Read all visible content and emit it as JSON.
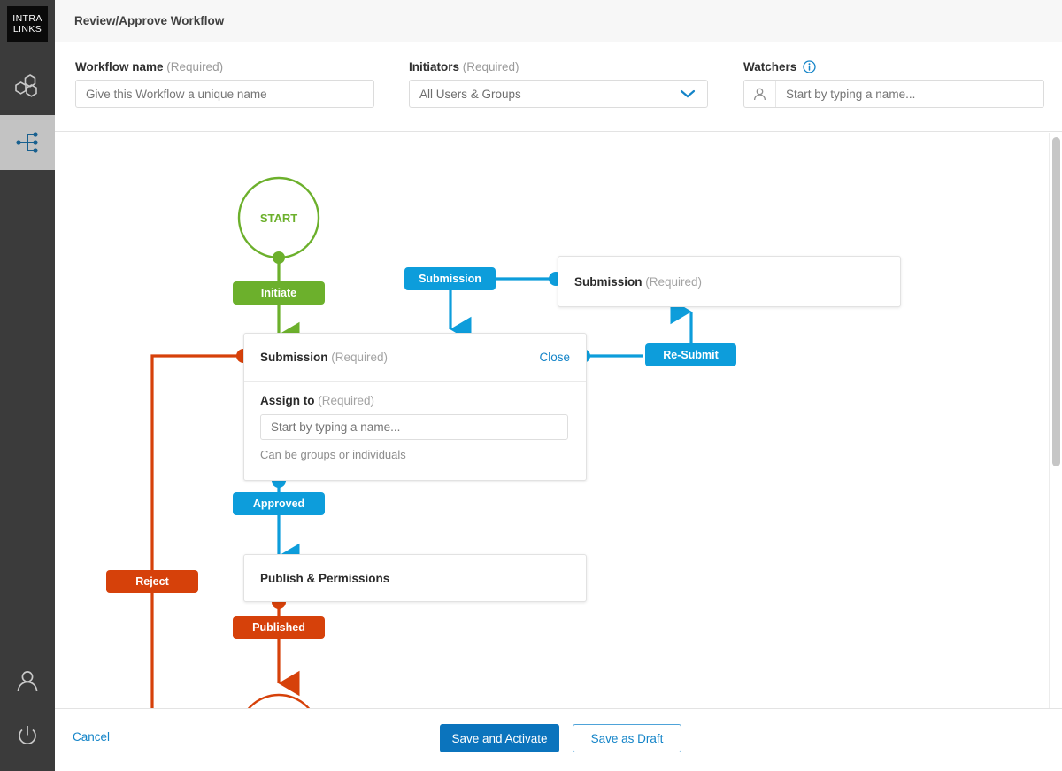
{
  "app": {
    "logo_line1": "INTRA",
    "logo_line2": "LINKS"
  },
  "sidebar": {
    "items": [
      {
        "icon": "hexagons-icon",
        "name": "workspaces"
      },
      {
        "icon": "workflow-tree-icon",
        "name": "workflows",
        "active": true
      },
      {
        "icon": "user-icon",
        "name": "profile"
      },
      {
        "icon": "power-icon",
        "name": "logout"
      }
    ]
  },
  "header": {
    "title": "Review/Approve Workflow"
  },
  "form": {
    "workflow_name": {
      "label": "Workflow name",
      "required_text": "(Required)",
      "placeholder": "Give this Workflow a unique name",
      "value": ""
    },
    "initiators": {
      "label": "Initiators",
      "required_text": "(Required)",
      "value": "All Users & Groups",
      "options": [
        "All Users & Groups"
      ]
    },
    "watchers": {
      "label": "Watchers",
      "info_icon": "info-icon",
      "placeholder": "Start by typing a name...",
      "value": ""
    }
  },
  "flow": {
    "start_node": {
      "label": "START"
    },
    "transitions": {
      "initiate": "Initiate",
      "submission": "Submission",
      "resubmit": "Re-Submit",
      "approved": "Approved",
      "reject": "Reject",
      "published": "Published"
    },
    "nodes": {
      "submission_card": {
        "title": "Submission",
        "required_text": "(Required)",
        "close_label": "Close",
        "assign_label": "Assign to",
        "assign_required_text": "(Required)",
        "assign_placeholder": "Start by typing a name...",
        "assign_value": "",
        "assign_hint": "Can be groups or individuals"
      },
      "submission_right": {
        "title": "Submission",
        "required_text": "(Required)"
      },
      "publish": {
        "title": "Publish & Permissions"
      }
    },
    "colors": {
      "green": "#6cb02c",
      "blue": "#0d9ddb",
      "orange": "#d6410a",
      "link": "#1484c8"
    }
  },
  "footer": {
    "cancel": "Cancel",
    "save_activate": "Save and Activate",
    "save_draft": "Save as Draft"
  }
}
